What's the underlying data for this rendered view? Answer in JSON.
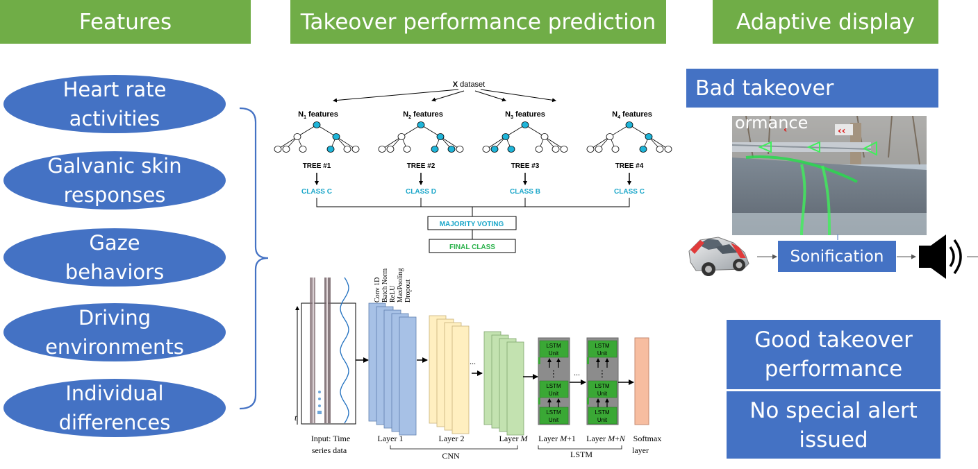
{
  "headers": {
    "features": "Features",
    "prediction": "Takeover performance prediction",
    "display": "Adaptive display"
  },
  "features": [
    {
      "line1": "Heart rate",
      "line2": "activities"
    },
    {
      "line1": "Galvanic skin",
      "line2": "responses"
    },
    {
      "line1": "Gaze",
      "line2": "behaviors"
    },
    {
      "line1": "Driving",
      "line2": "environments"
    },
    {
      "line1": "Individual",
      "line2": "differences"
    }
  ],
  "random_forest": {
    "dataset_bold": "X",
    "dataset_rest": " dataset",
    "feature_sets": [
      {
        "prefix": "N",
        "sub": "1",
        "suffix": " features"
      },
      {
        "prefix": "N",
        "sub": "2",
        "suffix": " features"
      },
      {
        "prefix": "N",
        "sub": "3",
        "suffix": " features"
      },
      {
        "prefix": "N",
        "sub": "4",
        "suffix": " features"
      }
    ],
    "trees": [
      "TREE #1",
      "TREE #2",
      "TREE #3",
      "TREE #4"
    ],
    "classes": [
      "CLASS C",
      "CLASS D",
      "CLASS B",
      "CLASS C"
    ],
    "voting": "MAJORITY VOTING",
    "final": "FINAL CLASS"
  },
  "cnn_lstm": {
    "ops": [
      "Conv 1D",
      "Batch Norm",
      "ReLU",
      "MaxPooling",
      "Dropout"
    ],
    "lstm_unit_top": "LSTM",
    "lstm_unit_bottom": "Unit",
    "ellipsis": "...",
    "vdots": "⋮",
    "time_label": "t",
    "layer_labels": {
      "input_line1": "Input: Time",
      "input_line2": "series data",
      "layer1": "Layer 1",
      "layer2": "Layer 2",
      "layerM_prefix": "Layer ",
      "layerM_var": "M",
      "layerM1_prefix": "Layer ",
      "layerM1_var": "M",
      "layerM1_suffix": "+1",
      "layerMN_prefix": "Layer ",
      "layerMN_var": "M",
      "layerMN_suffix": "+",
      "layerMN_var2": "N",
      "softmax_line1": "Softmax",
      "softmax_line2": "layer"
    },
    "cnn_label": "CNN",
    "lstm_label": "LSTM"
  },
  "adaptive": {
    "bad": "Bad takeover",
    "overlay_fragment": "ormance",
    "sonification": "Sonification",
    "good_line1": "Good takeover",
    "good_line2": "performance",
    "no_alert_line1": "No special alert",
    "no_alert_line2": "issued"
  },
  "colors": {
    "header_green": "#70ad47",
    "ellipse_blue": "#4472c4",
    "node_cyan": "#1fb4d8",
    "class_cyan": "#1aa6c9",
    "final_green": "#2bb24c",
    "cnn_blue": "#a7c1e6",
    "cnn_yellow": "#ffefc0",
    "cnn_green": "#c3e2b0",
    "lstm_green": "#3aa835",
    "softmax": "#f7bda0"
  }
}
